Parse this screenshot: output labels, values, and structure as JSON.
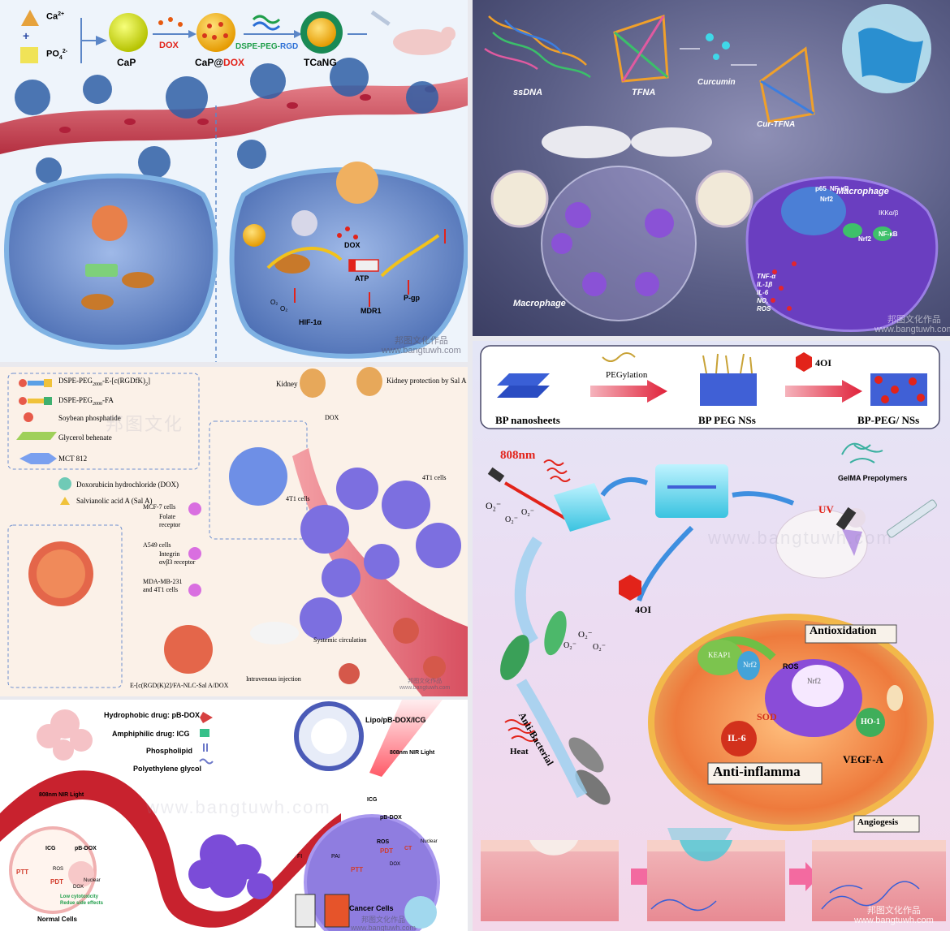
{
  "panel1": {
    "ca": "Ca",
    "ca_sup": "2+",
    "po": "PO",
    "po_sub": "4",
    "po_sup": "2-",
    "plus": "+",
    "cap": "CaP",
    "dox": "DOX",
    "cap_at": "CaP@",
    "cap_dox": "DOX",
    "dspe": "DSPE-PEG-",
    "rgd": "RGD",
    "tcang": "TCaNG",
    "dox_cell": "DOX",
    "atp": "ATP",
    "hif": "HIF-1α",
    "mdr1": "MDR1",
    "pgp": "P-gp",
    "o2a": "O₂",
    "o2b": "O₂"
  },
  "panel2": {
    "ssdna": "ssDNA",
    "tfna": "TFNA",
    "curcumin": "Curcumin",
    "cur_tfna": "Cur-TFNA",
    "macrophage_left": "Macrophage",
    "macrophage_right": "Macrophage",
    "p65": "p65",
    "nfkb": "NF-κB",
    "nrf2a": "Nrf2",
    "nrf2b": "Nrf2",
    "nfkb2": "NF-κB",
    "ikk": "IKKα/β",
    "cytokines": [
      "TNF-α",
      "IL-1β",
      "IL-6",
      "NO,",
      "ROS"
    ]
  },
  "panel3": {
    "legend": [
      "DSPE-PEG",
      "DSPE-PEG",
      "Soybean phosphatide",
      "Glycerol behenate",
      "MCT 812"
    ],
    "legend_sub1": "2000",
    "legend_tail1": "-E-[c(RGDfK)",
    "legend_tail1b": "2",
    "legend_tail1c": "]",
    "legend_sub2": "2000",
    "legend_tail2": "-FA",
    "dox_label": "Doxorubicin hydrochloride (DOX)",
    "sal_label": "Salvianolic acid A (Sal A)",
    "mcf7": "MCF-7 cells",
    "folate": "Folate",
    "receptor1": "receptor",
    "a549": "A549 cells",
    "integrin": "Integrin",
    "receptor2": "αvβ3 receptor",
    "mda": "MDA-MB-231",
    "t41": "and 4T1 cells",
    "kidney": "Kidney",
    "kidney_protect": "Kidney protection by Sal A",
    "dox_k": "DOX",
    "t4cells": "4T1 cells",
    "t4cells2": "4T1 cells",
    "systemic": "Systemic circulation",
    "iv": "Intravenous injection",
    "formula": "E-[c(RGD(K)2]/FA-NLC-Sal A/DOX"
  },
  "panel4": {
    "hydrophobic": "Hydrophobic drug: pB-DOX",
    "amphiphilic": "Amphiphilic drug: ICG",
    "phospholipid": "Phospholipid",
    "peg": "Polyethylene glycol",
    "lipo": "Lipo/pB-DOX/ICG",
    "nir_right": "808nm NIR Light",
    "nir_left": "808nm NIR Light",
    "icg_l": "ICG",
    "pbdox_l": "pB-DOX",
    "nuclear_l": "Nuclear",
    "ptt_l": "PTT",
    "pdt_l": "PDT",
    "ros_l": "ROS",
    "dox_l": "DOX",
    "lowtox1": "Low cytotoxicity",
    "lowtox2": "Redue side effects",
    "normal": "Normal Cells",
    "cancer": "Cancer Cells",
    "icg_r": "ICG",
    "pbdox_r": "pB-DOX",
    "ros_r": "ROS",
    "pdt_r": "PDT",
    "ptt_r": "PTT",
    "ct": "CT",
    "dox_r": "DOX",
    "nuclear_r": "Nuclear",
    "fi": "FI",
    "pai": "PAI"
  },
  "panel5": {
    "bp": "BP nanosheets",
    "pegylation": "PEGylation",
    "bppeg": "BP PEG NSs",
    "oi": "4OI",
    "bppeg2": "BP-PEG/ NSs",
    "nm808": "808nm",
    "o2_1": "O₂⁻",
    "o2_2": "O₂⁻",
    "o2_3": "O₂⁻",
    "o2_4": "O₂⁻",
    "o2_5": "O₂⁻",
    "o2_6": "O₂⁻",
    "gelma": "GelMA Prepolymers",
    "uv": "UV",
    "oi2": "4OI",
    "antiox": "Antioxidation",
    "ros": "ROS",
    "keap": "KEAP1",
    "nrf2": "Nrf2",
    "nrf2b": "Nrf2",
    "sod": "SOD",
    "il6": "IL-6",
    "ho1": "HO-1",
    "vegf": "VEGF-A",
    "antiinf": "Anti-inflamma",
    "antibac": "Anti-Bacterial",
    "heat": "Heat",
    "angio": "Angiogesis"
  },
  "watermark": {
    "cn": "邦图文化作品",
    "url": "www.bangtuwh.com",
    "url_wide": "www.bangtuwh.com",
    "cn_big": "邦图文化"
  },
  "colors": {
    "p1_bg": "#eef4fb",
    "p2_bg": "#5a5e86",
    "p3_bg": "#fbf1e8",
    "p4_bg": "#ffffff",
    "p5_bg": "#ecdcf2",
    "dox_red": "#e2231a",
    "peg_green": "#1f9e4a",
    "rgd_blue": "#2b6fd6",
    "vessel": "#c9414f"
  }
}
